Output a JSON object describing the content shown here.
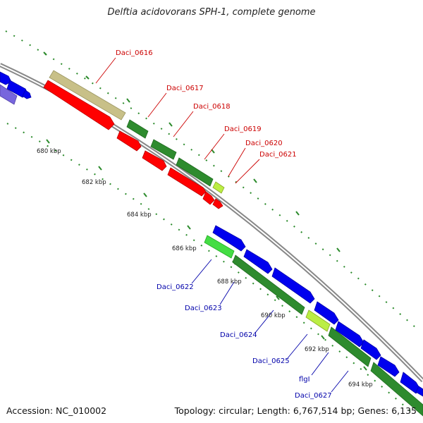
{
  "title": "Delftia acidovorans SPH-1, complete genome",
  "footer": {
    "accession": "Accession: NC_010002",
    "summary": "Topology: circular; Length: 6,767,514 bp; Genes: 6,135"
  },
  "colors": {
    "backbone": "#999999",
    "tick": "#2a8a2a",
    "red_gene": "#ff0000",
    "green_gene": "#2e8b2e",
    "light_green_gene": "#44dd44",
    "yellow_green_gene": "#bbee44",
    "blue_gene": "#0000ee",
    "purple_gene": "#7766dd",
    "khaki_gene": "#c8c088",
    "red_label": "#cc0000",
    "blue_label": "#0000aa"
  },
  "ticks": [
    "680 kbp",
    "682 kbp",
    "684 kbp",
    "686 kbp",
    "688 kbp",
    "690 kbp",
    "692 kbp",
    "694 kbp"
  ],
  "gene_labels_red": [
    "Daci_0616",
    "Daci_0617",
    "Daci_0618",
    "Daci_0619",
    "Daci_0620",
    "Daci_0621"
  ],
  "gene_labels_blue": [
    "Daci_0622",
    "Daci_0623",
    "Daci_0624",
    "Daci_0625",
    "flgI",
    "Daci_0627"
  ]
}
